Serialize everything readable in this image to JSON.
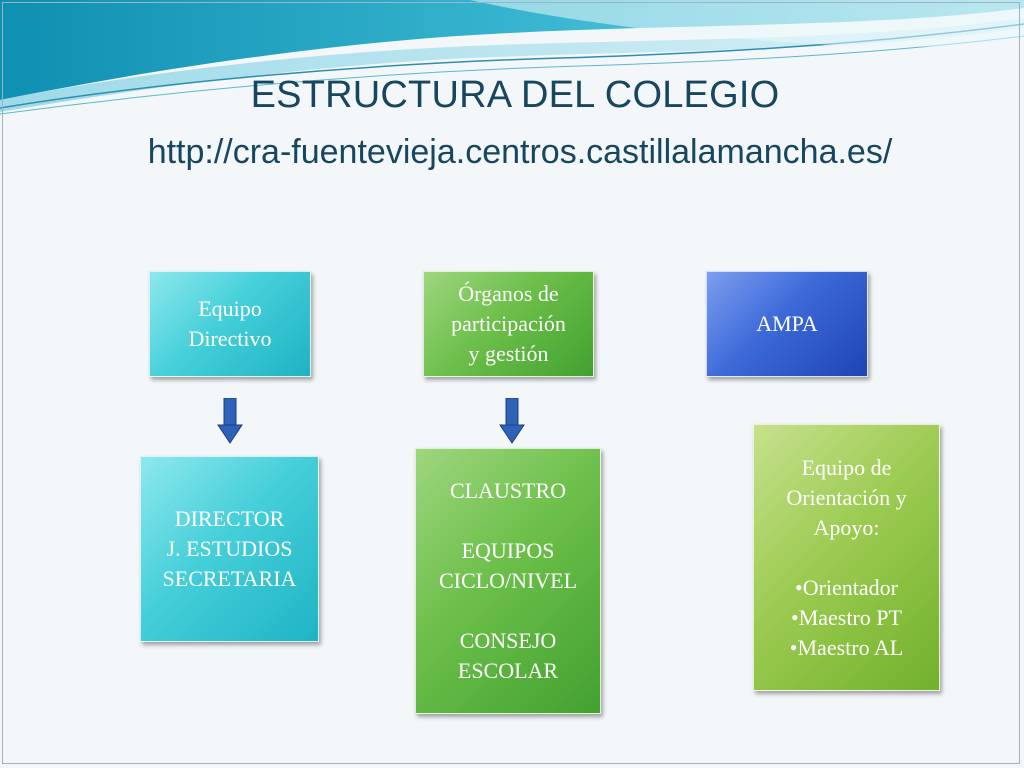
{
  "title": "ESTRUCTURA DEL COLEGIO",
  "url": "http://cra-fuentevieja.centros.castillalamancha.es/",
  "boxes": {
    "equipo_directivo": [
      "Equipo",
      "Directivo"
    ],
    "organos": [
      "Órganos de",
      "participación",
      "y gestión"
    ],
    "ampa": [
      "AMPA"
    ],
    "director": [
      "DIRECTOR",
      "J. ESTUDIOS",
      "SECRETARIA"
    ],
    "claustro": [
      "CLAUSTRO",
      "",
      "EQUIPOS",
      "CICLO/NIVEL",
      "",
      "CONSEJO",
      "ESCOLAR"
    ],
    "orientacion": [
      "Equipo de",
      "Orientación y",
      "Apoyo:",
      "",
      "•Orientador",
      "•Maestro PT",
      "•Maestro AL"
    ]
  },
  "colors": {
    "title": "#17465f",
    "cyan_box": "#45cfd9",
    "green_box": "#6cbf4a",
    "olive_box": "#9ccb52",
    "blue_box": "#3c68d8",
    "arrow": "#2d62b8"
  }
}
